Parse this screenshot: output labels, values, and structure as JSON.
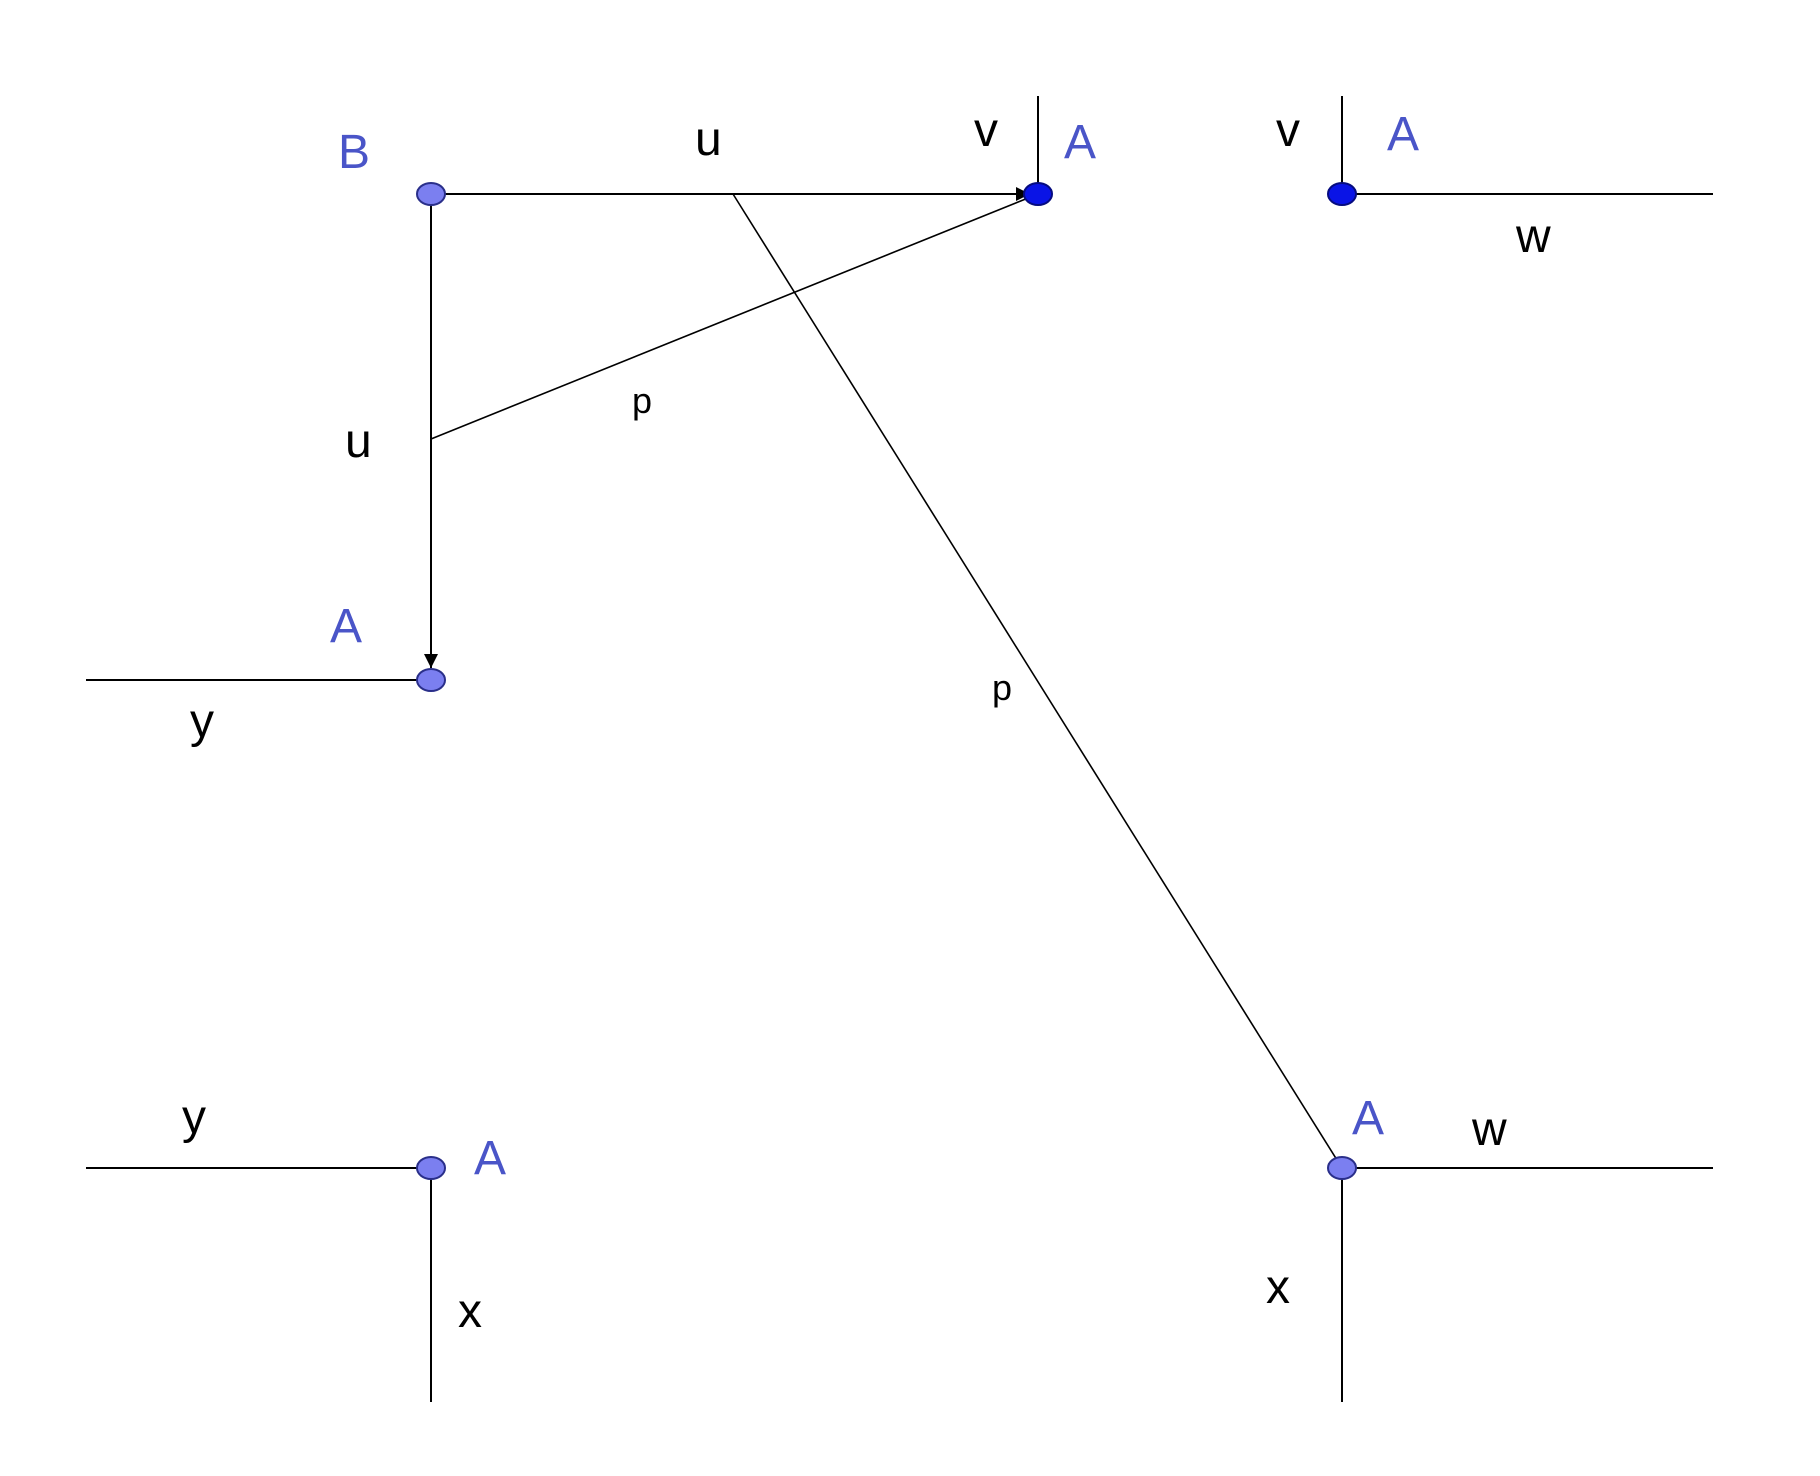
{
  "colors": {
    "node_light": "#7b7ff0",
    "node_dark": "#0a14e6",
    "node_label": "#4a55c8",
    "line": "#000000"
  },
  "labels": {
    "node_b": "B",
    "node_top_mid": "A",
    "node_top_right": "A",
    "node_mid_left": "A",
    "node_bottom_left": "A",
    "node_bottom_right": "A",
    "edge_top_horizontal": "u",
    "edge_left_vertical": "u",
    "edge_p_upper": "p",
    "edge_p_long": "p",
    "stub_top_mid_vertical": "v",
    "stub_top_right_vertical": "v",
    "stub_top_right_horizontal": "w",
    "stub_mid_left_horizontal": "y",
    "stub_bottom_left_horizontal": "y",
    "stub_bottom_left_vertical": "x",
    "stub_bottom_right_horizontal": "w",
    "stub_bottom_right_vertical": "x"
  }
}
